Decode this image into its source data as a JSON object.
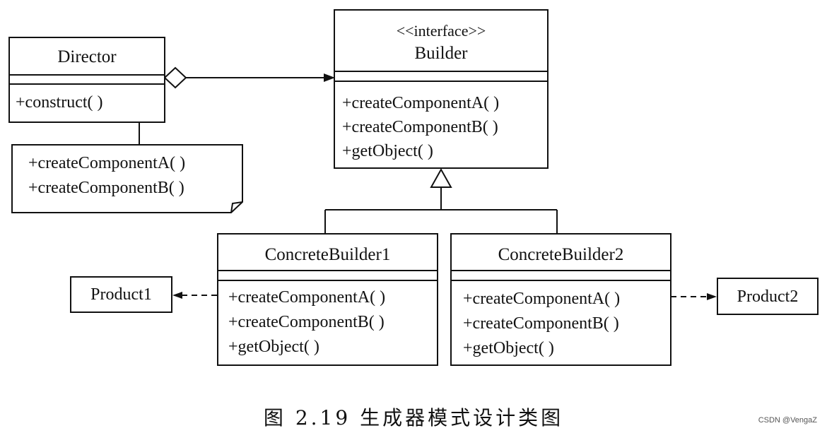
{
  "director": {
    "name": "Director",
    "methods": [
      "+construct( )"
    ]
  },
  "note": {
    "lines": [
      "+createComponentA( )",
      "+createComponentB( )"
    ]
  },
  "builder": {
    "stereotype": "<<interface>>",
    "name": "Builder",
    "methods": [
      "+createComponentA( )",
      "+createComponentB( )",
      "+getObject( )"
    ]
  },
  "concrete_builder_1": {
    "name": "ConcreteBuilder1",
    "methods": [
      "+createComponentA( )",
      "+createComponentB( )",
      "+getObject( )"
    ]
  },
  "concrete_builder_2": {
    "name": "ConcreteBuilder2",
    "methods": [
      "+createComponentA( )",
      "+createComponentB( )",
      "+getObject( )"
    ]
  },
  "product_1": {
    "name": "Product1"
  },
  "product_2": {
    "name": "Product2"
  },
  "caption": "图 2.19 生成器模式设计类图",
  "watermark": "CSDN @VengaZ"
}
